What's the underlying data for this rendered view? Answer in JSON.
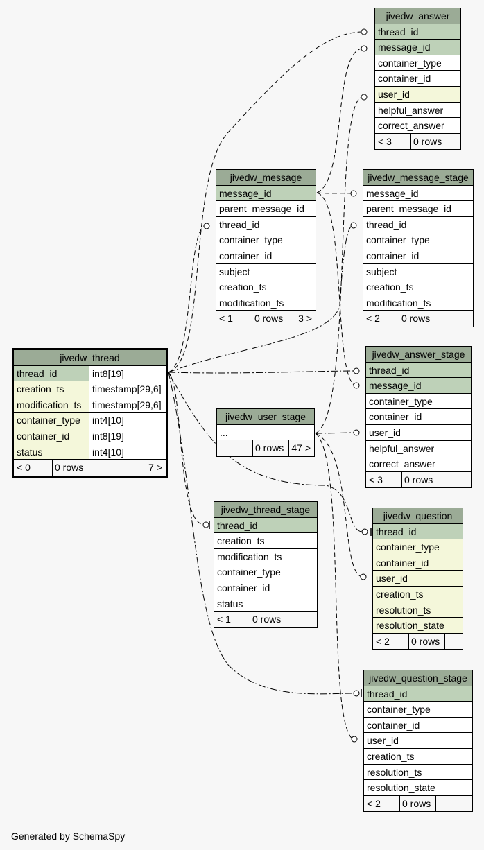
{
  "footer": "Generated by SchemaSpy",
  "tables": [
    {
      "name": "jivedw_answer",
      "columns": [
        {
          "name": "thread_id",
          "kind": "pk"
        },
        {
          "name": "message_id",
          "kind": "pk"
        },
        {
          "name": "container_type",
          "kind": ""
        },
        {
          "name": "container_id",
          "kind": ""
        },
        {
          "name": "user_id",
          "kind": "fk"
        },
        {
          "name": "helpful_answer",
          "kind": ""
        },
        {
          "name": "correct_answer",
          "kind": ""
        }
      ],
      "footer": [
        "< 3",
        "0 rows",
        ""
      ]
    },
    {
      "name": "jivedw_message",
      "columns": [
        {
          "name": "message_id",
          "kind": "pk"
        },
        {
          "name": "parent_message_id",
          "kind": ""
        },
        {
          "name": "thread_id",
          "kind": ""
        },
        {
          "name": "container_type",
          "kind": ""
        },
        {
          "name": "container_id",
          "kind": ""
        },
        {
          "name": "subject",
          "kind": ""
        },
        {
          "name": "creation_ts",
          "kind": ""
        },
        {
          "name": "modification_ts",
          "kind": ""
        }
      ],
      "footer": [
        "< 1",
        "0 rows",
        "3 >"
      ]
    },
    {
      "name": "jivedw_message_stage",
      "columns": [
        {
          "name": "message_id",
          "kind": ""
        },
        {
          "name": "parent_message_id",
          "kind": ""
        },
        {
          "name": "thread_id",
          "kind": ""
        },
        {
          "name": "container_type",
          "kind": ""
        },
        {
          "name": "container_id",
          "kind": ""
        },
        {
          "name": "subject",
          "kind": ""
        },
        {
          "name": "creation_ts",
          "kind": ""
        },
        {
          "name": "modification_ts",
          "kind": ""
        }
      ],
      "footer": [
        "< 2",
        "0 rows",
        ""
      ]
    },
    {
      "name": "jivedw_thread",
      "focus": true,
      "columns": [
        {
          "name": "thread_id",
          "kind": "pk",
          "type": "int8[19]"
        },
        {
          "name": "creation_ts",
          "kind": "fk",
          "type": "timestamp[29,6]"
        },
        {
          "name": "modification_ts",
          "kind": "fk",
          "type": "timestamp[29,6]"
        },
        {
          "name": "container_type",
          "kind": "fk",
          "type": "int4[10]"
        },
        {
          "name": "container_id",
          "kind": "fk",
          "type": "int8[19]"
        },
        {
          "name": "status",
          "kind": "fk",
          "type": "int4[10]"
        }
      ],
      "footer": [
        "< 0",
        "0 rows",
        "7 >"
      ]
    },
    {
      "name": "jivedw_answer_stage",
      "columns": [
        {
          "name": "thread_id",
          "kind": "pk"
        },
        {
          "name": "message_id",
          "kind": "pk"
        },
        {
          "name": "container_type",
          "kind": ""
        },
        {
          "name": "container_id",
          "kind": ""
        },
        {
          "name": "user_id",
          "kind": ""
        },
        {
          "name": "helpful_answer",
          "kind": ""
        },
        {
          "name": "correct_answer",
          "kind": ""
        }
      ],
      "footer": [
        "< 3",
        "0 rows",
        ""
      ]
    },
    {
      "name": "jivedw_user_stage",
      "columns": [
        {
          "name": "...",
          "kind": ""
        }
      ],
      "footer": [
        "",
        "0 rows",
        "47 >"
      ]
    },
    {
      "name": "jivedw_thread_stage",
      "columns": [
        {
          "name": "thread_id",
          "kind": "pk"
        },
        {
          "name": "creation_ts",
          "kind": ""
        },
        {
          "name": "modification_ts",
          "kind": ""
        },
        {
          "name": "container_type",
          "kind": ""
        },
        {
          "name": "container_id",
          "kind": ""
        },
        {
          "name": "status",
          "kind": ""
        }
      ],
      "footer": [
        "< 1",
        "0 rows",
        ""
      ]
    },
    {
      "name": "jivedw_question",
      "columns": [
        {
          "name": "thread_id",
          "kind": "pk"
        },
        {
          "name": "container_type",
          "kind": "fk"
        },
        {
          "name": "container_id",
          "kind": "fk"
        },
        {
          "name": "user_id",
          "kind": "fk"
        },
        {
          "name": "creation_ts",
          "kind": "fk"
        },
        {
          "name": "resolution_ts",
          "kind": "fk"
        },
        {
          "name": "resolution_state",
          "kind": "fk"
        }
      ],
      "footer": [
        "< 2",
        "0 rows",
        ""
      ]
    },
    {
      "name": "jivedw_question_stage",
      "columns": [
        {
          "name": "thread_id",
          "kind": "pk"
        },
        {
          "name": "container_type",
          "kind": ""
        },
        {
          "name": "container_id",
          "kind": ""
        },
        {
          "name": "user_id",
          "kind": ""
        },
        {
          "name": "creation_ts",
          "kind": ""
        },
        {
          "name": "resolution_ts",
          "kind": ""
        },
        {
          "name": "resolution_state",
          "kind": ""
        }
      ],
      "footer": [
        "< 2",
        "0 rows",
        ""
      ]
    }
  ]
}
